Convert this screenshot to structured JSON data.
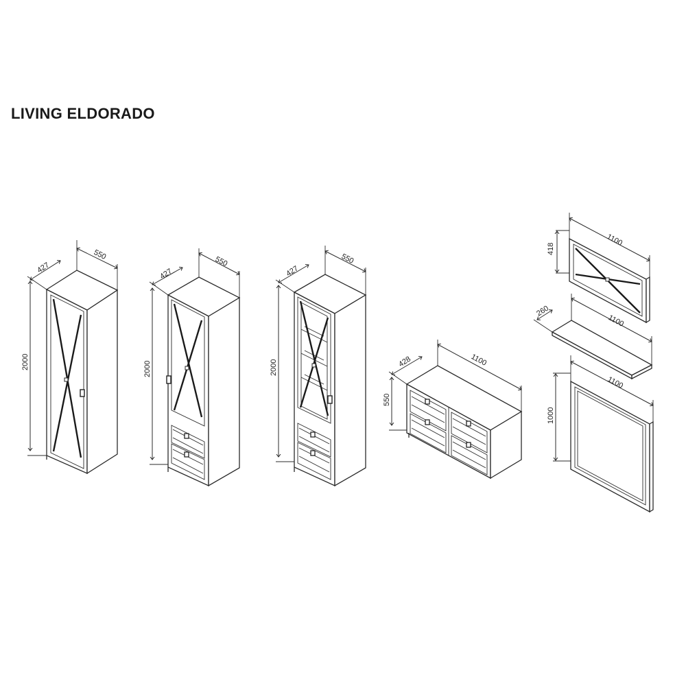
{
  "title": "LIVING ELDORADO",
  "items": [
    {
      "name": "cabinet-1",
      "depth": "427",
      "width": "550",
      "height": "2000"
    },
    {
      "name": "cabinet-2",
      "depth": "427",
      "width": "550",
      "height": "2000"
    },
    {
      "name": "cabinet-3",
      "depth": "427",
      "width": "550",
      "height": "2000"
    },
    {
      "name": "chest",
      "depth": "428",
      "width": "1100",
      "height": "550"
    },
    {
      "name": "wall-panel",
      "width": "1100",
      "height": "418"
    },
    {
      "name": "shelf",
      "depth": "260",
      "width": "1100"
    },
    {
      "name": "mirror",
      "width": "1100",
      "height": "1000"
    }
  ]
}
